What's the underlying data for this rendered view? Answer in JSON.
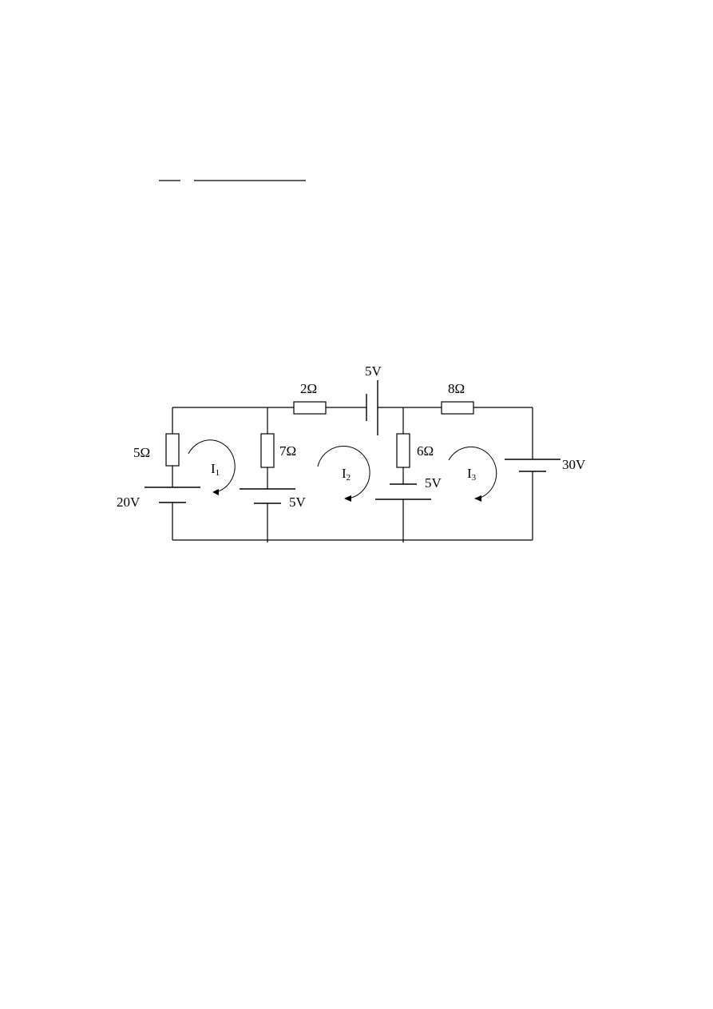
{
  "circuit": {
    "resistors": {
      "r_5": "5Ω",
      "r_7": "7Ω",
      "r_2": "2Ω",
      "r_6": "6Ω",
      "r_8": "8Ω"
    },
    "sources": {
      "v_20": "20V",
      "v_5_left": "5V",
      "v_5_top": "5V",
      "v_5_mid": "5V",
      "v_30": "30V"
    },
    "loops": [
      {
        "base": "I",
        "sub": "1"
      },
      {
        "base": "I",
        "sub": "2"
      },
      {
        "base": "I",
        "sub": "3"
      }
    ]
  }
}
